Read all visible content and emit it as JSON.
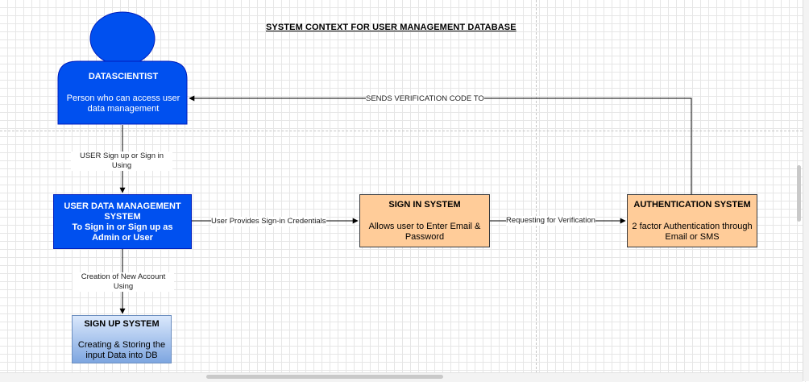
{
  "diagram": {
    "title": "SYSTEM CONTEXT FOR USER MANAGEMENT DATABASE",
    "actor": {
      "name": "DATASCIENTIST",
      "description": "Person who can access user data management"
    },
    "nodes": {
      "user_data_management": {
        "title": "USER DATA MANAGEMENT SYSTEM",
        "description": "To Sign in or Sign up as Admin or User"
      },
      "sign_in": {
        "title": "SIGN IN SYSTEM",
        "description": "Allows user to Enter Email & Password"
      },
      "authentication": {
        "title": "AUTHENTICATION SYSTEM",
        "description": "2 factor Authentication through Email or SMS"
      },
      "sign_up": {
        "title": "SIGN UP SYSTEM",
        "description": "Creating & Storing the input Data into DB"
      }
    },
    "edges": {
      "actor_to_udm": "USER Sign up or Sign in Using",
      "udm_to_signin": "User Provides Sign-in Credentials",
      "udm_to_signup": "Creation of New Account Using",
      "signin_to_auth": "Requesting for Verification",
      "auth_to_actor": "SENDS VERIFICATION CODE  TO"
    },
    "colors": {
      "actor_fill": "#0050ef",
      "udm_fill": "#0050ef",
      "orange_fill": "#ffcc99",
      "signup_fill_top": "#dae8fc",
      "signup_fill_bottom": "#7ea6e0"
    }
  }
}
